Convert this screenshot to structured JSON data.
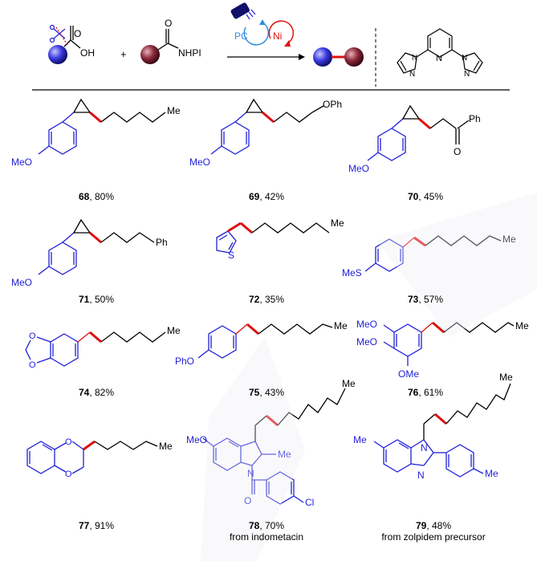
{
  "scheme": {
    "acid_label": "OH",
    "plus": "+",
    "nhpi_label": "NHPI",
    "pc_label": "PC",
    "ni_label": "Ni",
    "o": "O",
    "n": "N"
  },
  "compounds": [
    {
      "num": "68",
      "yield": ", 80%",
      "note": ""
    },
    {
      "num": "69",
      "yield": ", 42%",
      "note": ""
    },
    {
      "num": "70",
      "yield": ", 45%",
      "note": ""
    },
    {
      "num": "71",
      "yield": ", 50%",
      "note": ""
    },
    {
      "num": "72",
      "yield": ", 35%",
      "note": ""
    },
    {
      "num": "73",
      "yield": ", 57%",
      "note": ""
    },
    {
      "num": "74",
      "yield": ", 82%",
      "note": ""
    },
    {
      "num": "75",
      "yield": ", 43%",
      "note": ""
    },
    {
      "num": "76",
      "yield": ", 61%",
      "note": ""
    },
    {
      "num": "77",
      "yield": ", 91%",
      "note": ""
    },
    {
      "num": "78",
      "yield": ", 70%",
      "note": "from indometacin"
    },
    {
      "num": "79",
      "yield": ", 48%",
      "note": "from zolpidem precursor"
    }
  ],
  "labels": {
    "me": "Me",
    "meo": "MeO",
    "oph": "OPh",
    "ph": "Ph",
    "phO": "PhO",
    "mes": "MeS",
    "s": "S",
    "o": "O",
    "n": "N",
    "cl": "Cl",
    "ome": "OMe"
  },
  "colors": {
    "blue": "#1f1fd6",
    "red": "#e01010",
    "sphere_blue": "#4a4ae8",
    "sphere_red": "#8a2a3a"
  }
}
